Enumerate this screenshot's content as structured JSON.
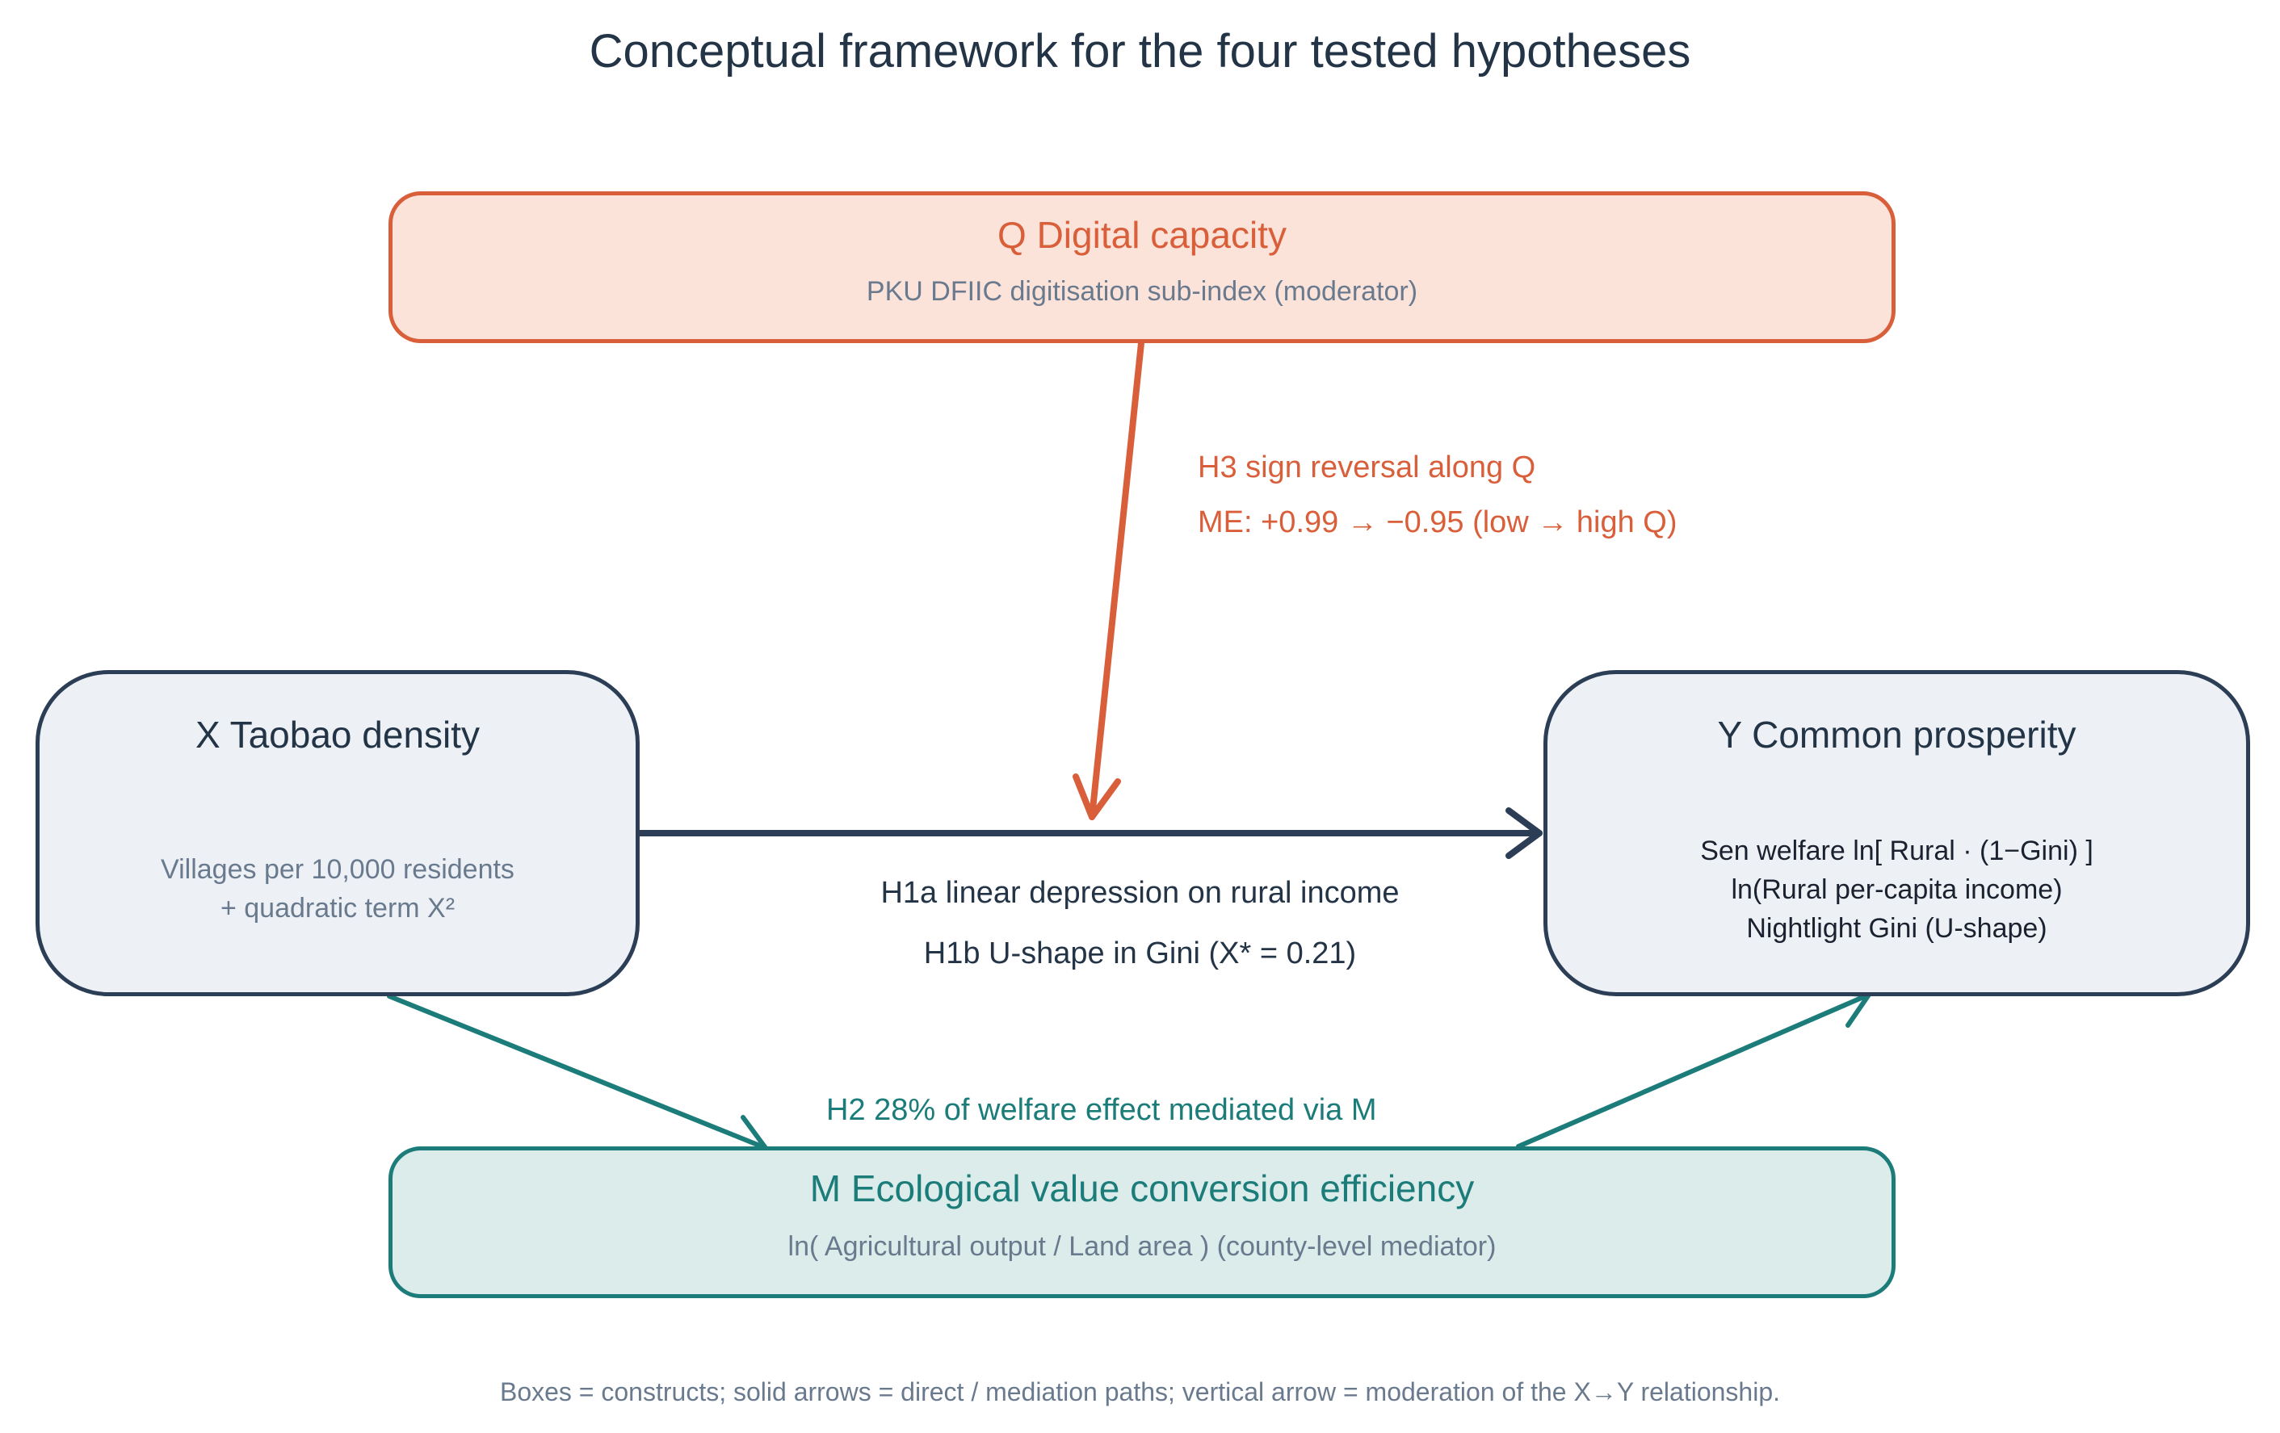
{
  "title": "Conceptual framework for the four tested hypotheses",
  "nodes": {
    "q": {
      "title": "Q Digital capacity",
      "subtitle": "PKU DFIIC digitisation sub-index (moderator)"
    },
    "x": {
      "title": "X Taobao density",
      "subtitle_lines": [
        "Villages per 10,000 residents",
        "+ quadratic term X²"
      ]
    },
    "y": {
      "title": "Y Common prosperity",
      "outcome_lines": [
        "Sen welfare ln[ Rural · (1−Gini) ]",
        "ln(Rural per-capita income)",
        "Nightlight Gini (U-shape)"
      ]
    },
    "m": {
      "title": "M Ecological value conversion efficiency",
      "subtitle": "ln( Agricultural output / Land area ) (county-level mediator)"
    }
  },
  "edges": {
    "h3": {
      "line1": "H3 sign reversal along Q",
      "line2": "ME: +0.99 → −0.95 (low → high Q)"
    },
    "h1": {
      "line1": "H1a linear depression on rural income",
      "line2": "H1b U-shape in Gini (X* = 0.21)"
    },
    "h2": {
      "label": "H2 28% of welfare effect mediated via M"
    }
  },
  "footnote": "Boxes = constructs; solid arrows = direct / mediation paths; vertical arrow = moderation of the X→Y relationship.",
  "colors": {
    "moderator": "#d95f3b",
    "moderator_fill": "#fce3da",
    "construct": "#2c3e55",
    "construct_fill": "#edf1f6",
    "mediator": "#1b7c7a",
    "mediator_fill": "#dcecea",
    "muted_text": "#6a7a8e"
  }
}
